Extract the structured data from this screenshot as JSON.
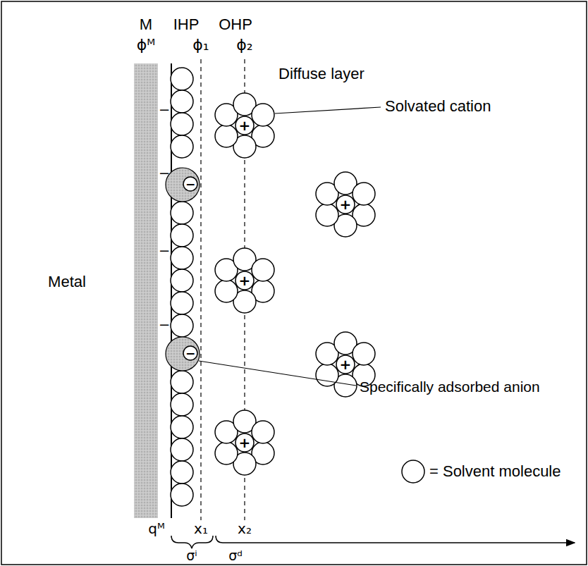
{
  "diagram": {
    "nodes": [
      {
        "text": [
          "+"
        ]
      },
      {
        "text": [
          "−"
        ]
      },
      {
        "text": [
          "+"
        ]
      },
      {
        "text": [
          "+"
        ]
      },
      {
        "text": [
          "+"
        ]
      },
      {
        "text": [
          "−"
        ]
      },
      {
        "text": [
          "+"
        ]
      }
    ],
    "labels": [
      "M",
      "ϕᴹ",
      "IHP",
      "OHP",
      "ϕ₁",
      "ϕ₂",
      "Diffuse layer",
      "Solvated cation",
      "Metal",
      "Specifically adsorbed anion",
      "qᴹ",
      "x₁",
      "x₂",
      "σⁱ",
      "σᵈ",
      "–",
      "–",
      "–",
      "–"
    ],
    "legend": [
      {
        "text": "= Solvent molecule"
      }
    ]
  }
}
